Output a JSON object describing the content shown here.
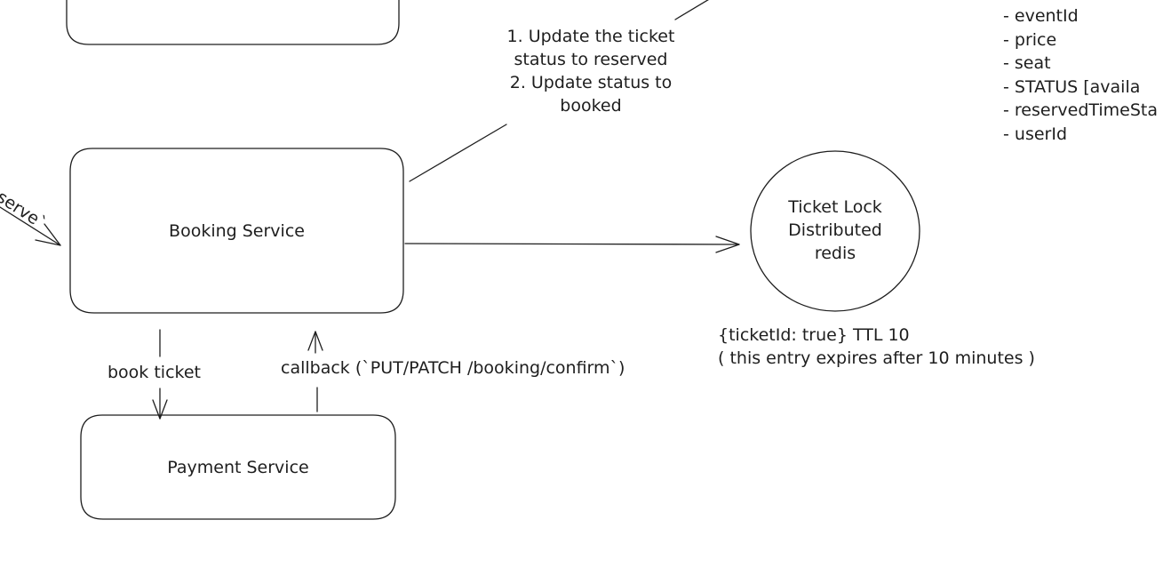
{
  "nodes": {
    "booking_service": {
      "label": "Booking Service"
    },
    "payment_service": {
      "label": "Payment Service"
    },
    "ticket_lock": {
      "lines": [
        "Ticket Lock",
        "Distributed",
        "redis"
      ]
    }
  },
  "edges": {
    "reserve_label": "/reserve`",
    "book_ticket_label": "book ticket",
    "callback_label": "callback (`PUT/PATCH /booking/confirm`)",
    "db_update_lines": [
      "1. Update the ticket",
      "status to reserved",
      "2. Update status to",
      "booked"
    ]
  },
  "annotations": {
    "lock_entry": "{ticketId: true} TTL 10",
    "lock_expiry": "( this entry expires after 10 minutes )"
  },
  "ticket_schema": {
    "fields": [
      "- eventId",
      "- price",
      "- seat",
      "- STATUS [availa",
      "- reservedTimeSta",
      "- userId"
    ]
  }
}
